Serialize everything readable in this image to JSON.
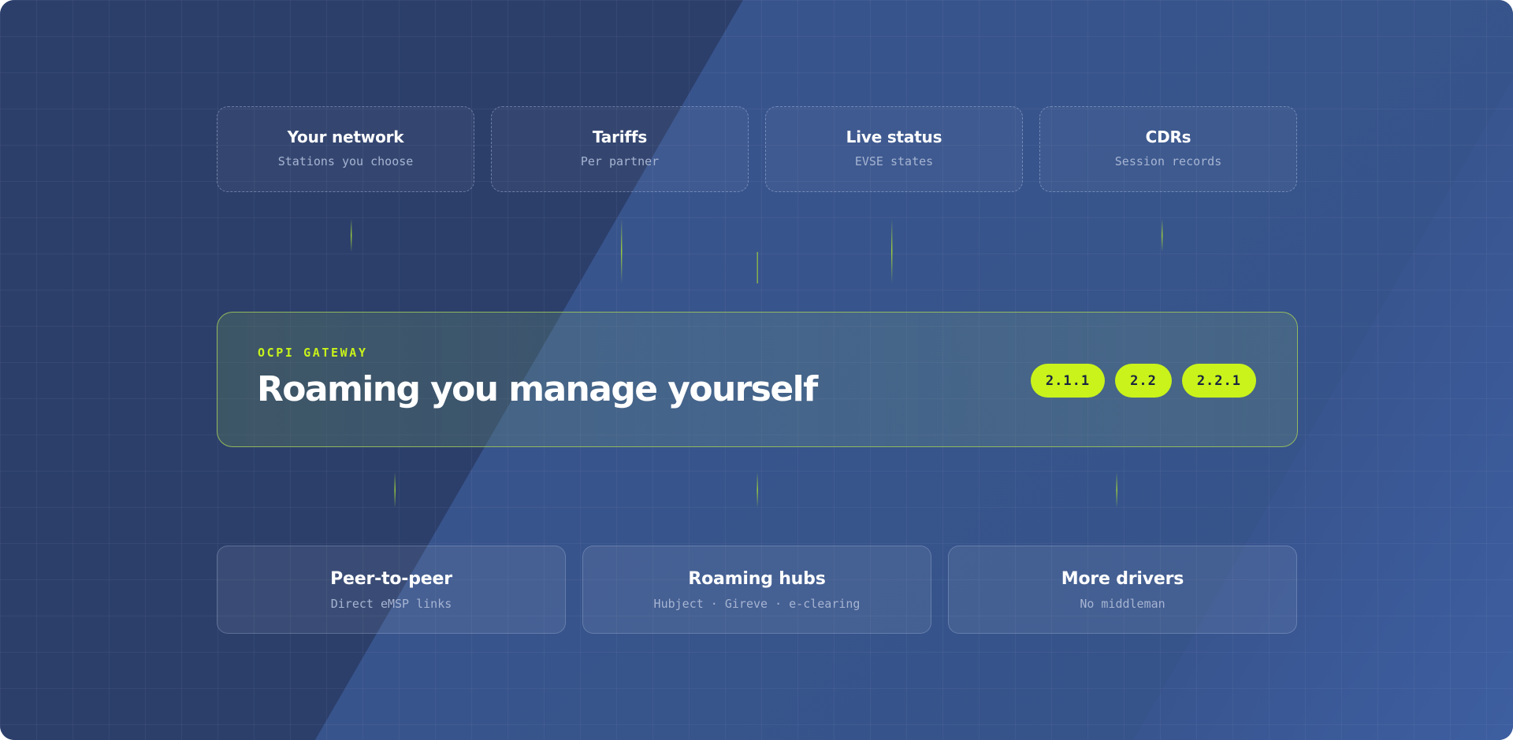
{
  "sources": [
    {
      "title": "Your network",
      "subtitle": "Stations you choose"
    },
    {
      "title": "Tariffs",
      "subtitle": "Per partner"
    },
    {
      "title": "Live status",
      "subtitle": "EVSE states"
    },
    {
      "title": "CDRs",
      "subtitle": "Session records"
    }
  ],
  "gateway": {
    "label": "OCPI GATEWAY",
    "title": "Roaming you manage yourself",
    "versions": [
      "2.1.1",
      "2.2",
      "2.2.1"
    ]
  },
  "destinations": [
    {
      "title": "Peer-to-peer",
      "subtitle": "Direct eMSP links"
    },
    {
      "title": "Roaming hubs",
      "subtitle": "Hubject · Gireve · e-clearing"
    },
    {
      "title": "More drivers",
      "subtitle": "No middleman"
    }
  ],
  "colors": {
    "accent": "#c9f31b",
    "background_dark": "#2c3f6b",
    "background_light": "#36528a",
    "connector": "#9fcf3a"
  }
}
